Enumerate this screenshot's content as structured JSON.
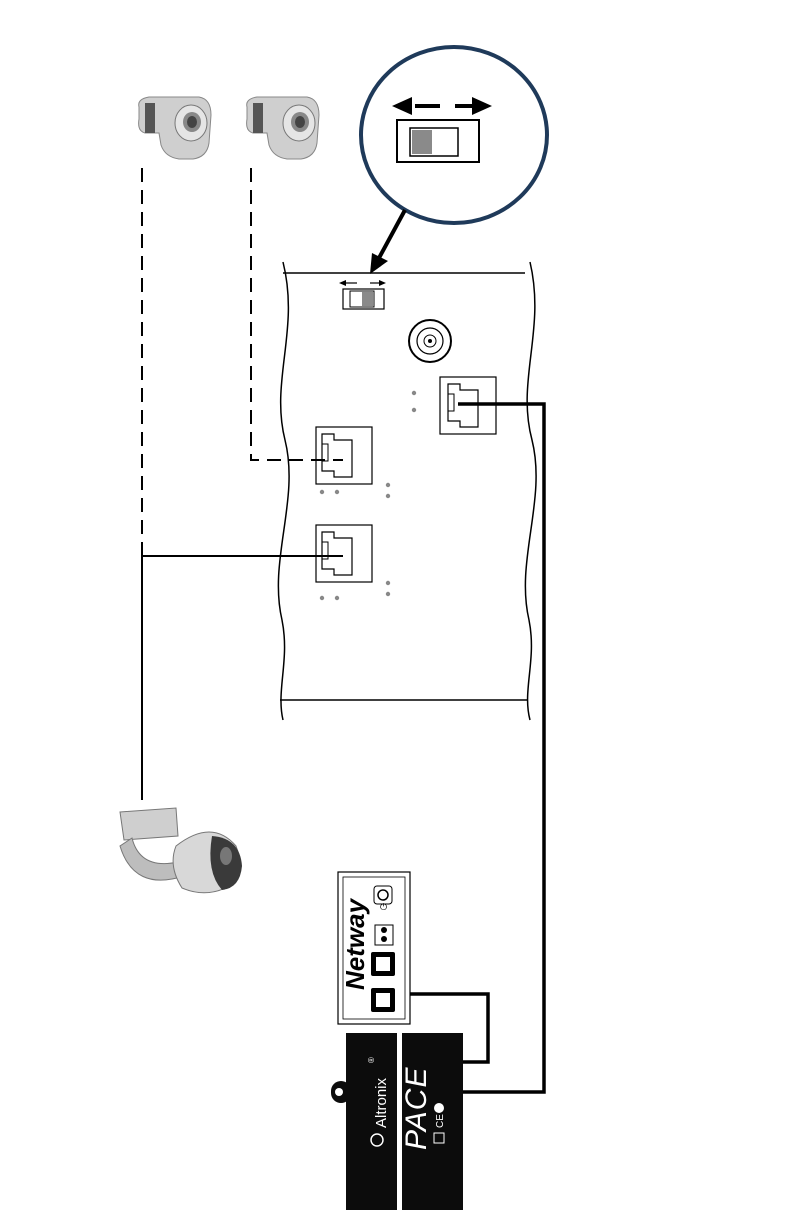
{
  "diagram": {
    "brand_device": {
      "logo_text": "Altronix",
      "model_text": "PACE",
      "registered_mark": "®"
    },
    "netway_device": {
      "logo_text": "Netway"
    },
    "colors": {
      "ink": "#111111",
      "callout_ring": "#1f3a5a",
      "switch_fill": "#8a8a8a",
      "device_body": "#0c0c0c",
      "camera_body": "#c9c9c9"
    },
    "icons": [
      "ptz-camera-icon",
      "dome-camera-icon",
      "rj45-port-icon",
      "bnc-connector-icon",
      "dip-switch-icon"
    ]
  }
}
